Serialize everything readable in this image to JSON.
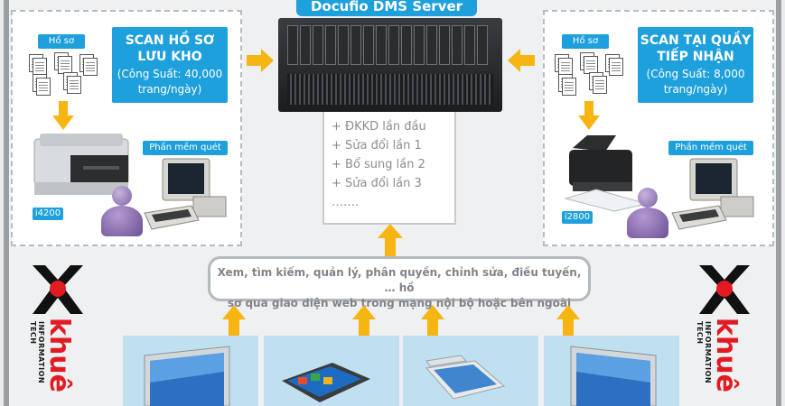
{
  "server": {
    "title": "Docufio DMS Server"
  },
  "left_panel": {
    "docs_label": "Hồ sơ",
    "title_line1": "SCAN HỒ SƠ",
    "title_line2": "LƯU KHO",
    "capacity_line1": "(Công Suất: 40,000",
    "capacity_line2": "trang/ngày)",
    "software_label": "Phần mềm quét",
    "scanner_label": "i4200"
  },
  "right_panel": {
    "docs_label": "Hồ sơ",
    "title_line1": "SCAN TẠI QUẦY",
    "title_line2": "TIẾP NHẬN",
    "capacity_line1": "(Công Suất: 8,000",
    "capacity_line2": "trang/ngày)",
    "software_label": "Phần mềm quét",
    "scanner_label": "i2800"
  },
  "operations": {
    "items": [
      "+ ĐKKD lần đầu",
      "+ Sửa đổi lần 1",
      "+ Bổ sung lần 2",
      "+ Sửa đổi lần 3",
      "……."
    ]
  },
  "web_access": {
    "line1": "Xem, tìm kiếm, quản lý, phân quyền, chỉnh sửa, điều tuyến, … hồ",
    "line2": "sơ qua giao diện web trong mạng nội bộ hoặc bên ngoài"
  },
  "logo": {
    "brand": "khuê",
    "sub": "INFORMATION TECH"
  },
  "colors": {
    "accent_blue": "#1ea0dc",
    "arrow_yellow": "#f7b512",
    "logo_red": "#e21b23"
  }
}
